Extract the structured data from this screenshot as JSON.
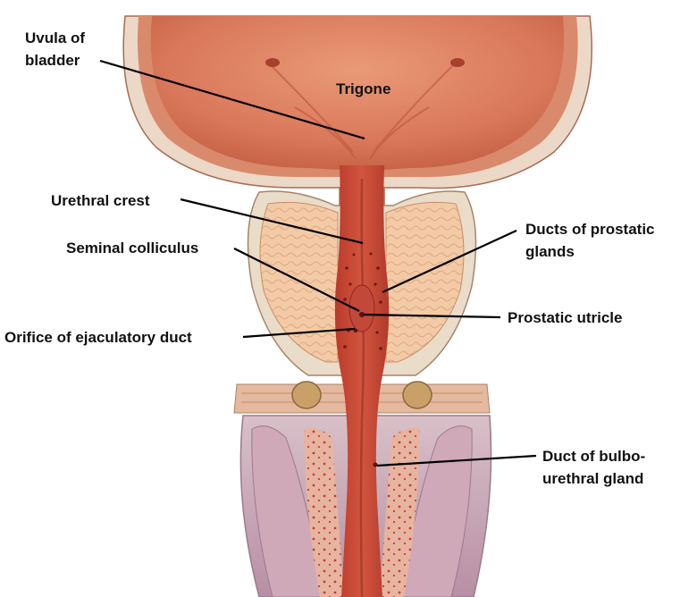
{
  "colors": {
    "background": "#ffffff",
    "bladder_wall": "#d9825e",
    "bladder_interior": "#e08a6a",
    "mucosa": "#c9513b",
    "urethra_dark": "#b23a2c",
    "prostate_tissue": "#f1c9a6",
    "capsule": "#e9dcc8",
    "spongy_tissue": "#c9a3b3",
    "leader_line": "#000000",
    "label_text": "#111111"
  },
  "labels": {
    "uvula_line1": "Uvula of",
    "uvula_line2": "bladder",
    "trigone": "Trigone",
    "urethral_crest": "Urethral crest",
    "seminal_colliculus": "Seminal colliculus",
    "orifice_ejaculatory_duct": "Orifice of ejaculatory duct",
    "ducts_prostatic_line1": "Ducts of prostatic",
    "ducts_prostatic_line2": "glands",
    "prostatic_utricle": "Prostatic utricle",
    "bulbourethral_line1": "Duct of bulbo-",
    "bulbourethral_line2": "urethral gland"
  }
}
